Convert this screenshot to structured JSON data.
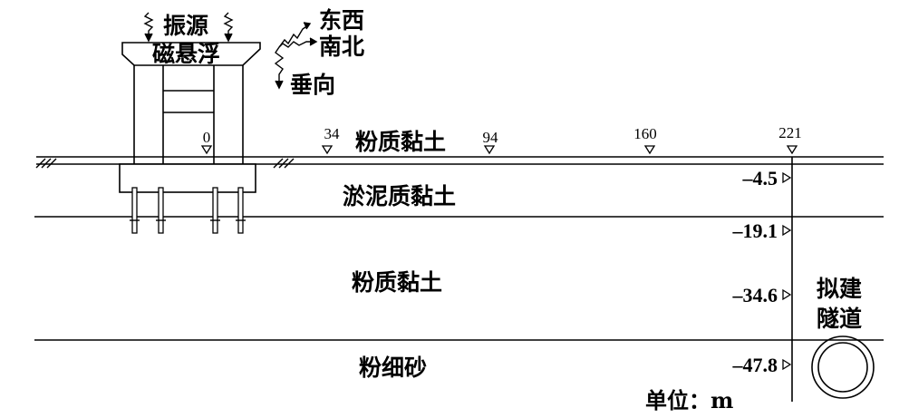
{
  "source_labels": {
    "vibration_source": "振源",
    "maglev": "磁悬浮"
  },
  "direction_labels": {
    "east_west": "东西",
    "south_north": "南北",
    "vertical": "垂向"
  },
  "measurement_points": [
    "0",
    "34",
    "94",
    "160",
    "221"
  ],
  "soil_layers": [
    "粉质黏土",
    "淤泥质黏土",
    "粉质黏土",
    "粉细砂"
  ],
  "depth_labels": [
    "–4.5",
    "–19.1",
    "–34.6",
    "–47.8"
  ],
  "tunnel_label": [
    "拟建",
    "隧道"
  ],
  "unit_label": "单位：m",
  "colors": {
    "line": "#000000",
    "background": "#ffffff"
  }
}
